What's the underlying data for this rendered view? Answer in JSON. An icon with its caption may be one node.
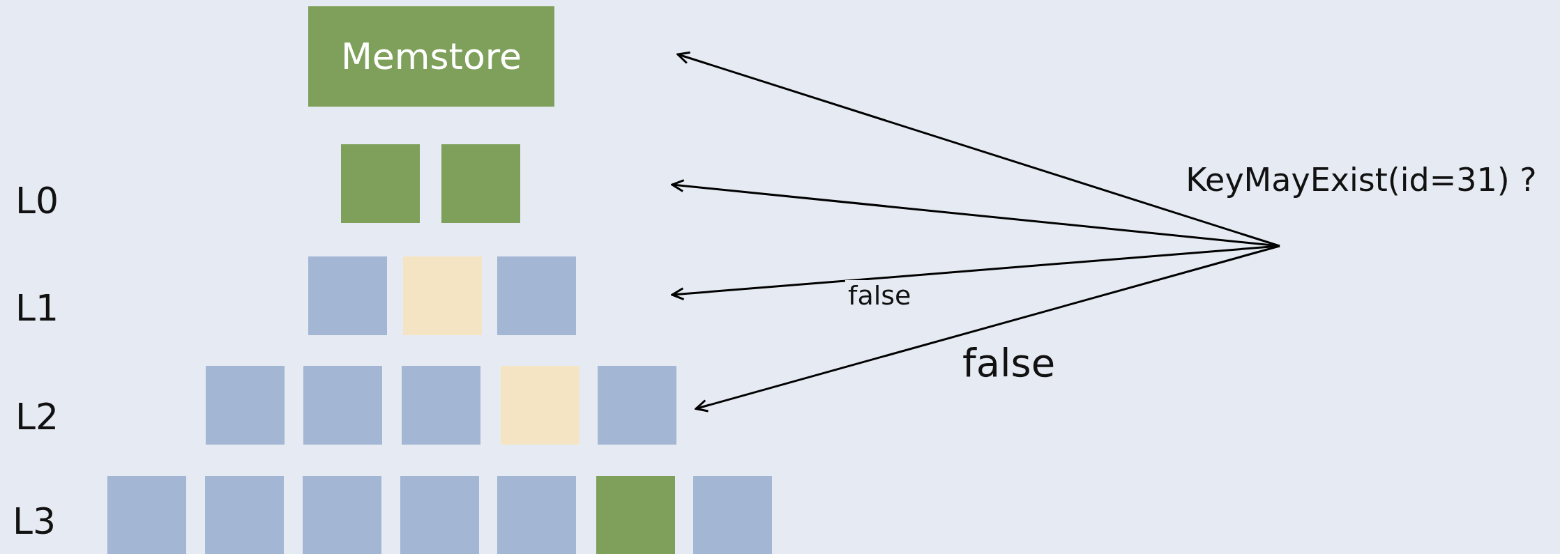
{
  "diagram": {
    "nodes": [
      {
        "text": [
          "Memstore"
        ]
      },
      {
        "text": [],
        "shape": "box"
      },
      {
        "text": [],
        "shape": "box"
      },
      {
        "text": [],
        "shape": "box"
      },
      {
        "text": [],
        "shape": "box"
      },
      {
        "text": [],
        "shape": "box"
      },
      {
        "text": [],
        "shape": "box"
      },
      {
        "text": [],
        "shape": "box"
      },
      {
        "text": [],
        "shape": "box"
      },
      {
        "text": [],
        "shape": "box"
      },
      {
        "text": [],
        "shape": "box"
      },
      {
        "text": [],
        "shape": "box"
      },
      {
        "text": [],
        "shape": "box"
      },
      {
        "text": [],
        "shape": "box"
      },
      {
        "text": [],
        "shape": "box"
      },
      {
        "text": [],
        "shape": "box"
      },
      {
        "text": [],
        "shape": "box"
      },
      {
        "text": [],
        "shape": "box"
      },
      {
        "text": [
          "KeyMayExist(id=31) ?"
        ]
      }
    ],
    "edges": [
      {
        "from": 18,
        "to": null,
        "arrow": "to"
      },
      {
        "from": 18,
        "to": null,
        "arrow": "to"
      },
      {
        "from": 18,
        "to": null,
        "arrow": "to",
        "label": "false"
      },
      {
        "from": 18,
        "to": 10,
        "arrow": "to",
        "label": "false"
      }
    ],
    "labels": [
      "L0",
      "L1",
      "L2",
      "L3"
    ]
  }
}
